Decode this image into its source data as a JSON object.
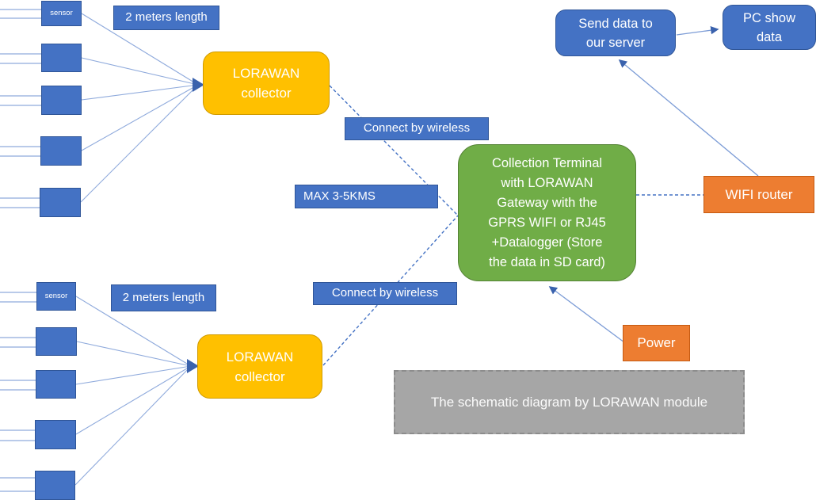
{
  "diagram": {
    "caption": "The schematic diagram by LORAWAN module",
    "sensor_label": "sensor",
    "cable_label": "2 meters length",
    "collector_label": "LORAWAN\ncollector",
    "wireless_label": "Connect by wireless",
    "max_distance_label": "MAX 3-5KMS",
    "terminal_label": "Collection Terminal\nwith LORAWAN\nGateway with the\nGPRS WIFI or RJ45\n+Datalogger (Store\nthe data in SD card)",
    "send_server_label": "Send data to\nour server",
    "pc_label": "PC show\ndata",
    "wifi_label": "WIFI router",
    "power_label": "Power"
  },
  "colors": {
    "node_blue": "#4472C4",
    "node_blue_border": "#2F5597",
    "collector_yellow": "#FFC000",
    "collector_yellow_border": "#D09B00",
    "terminal_green": "#70AD47",
    "terminal_green_border": "#548235",
    "accent_orange": "#ED7D31",
    "accent_orange_border": "#C55A11",
    "caption_gray": "#A6A6A6",
    "caption_gray_border": "#8C8C8C",
    "wire_light_blue": "#8FAADC",
    "dash_blue": "#4472C4",
    "arrowhead_blue": "#3A62AD"
  }
}
